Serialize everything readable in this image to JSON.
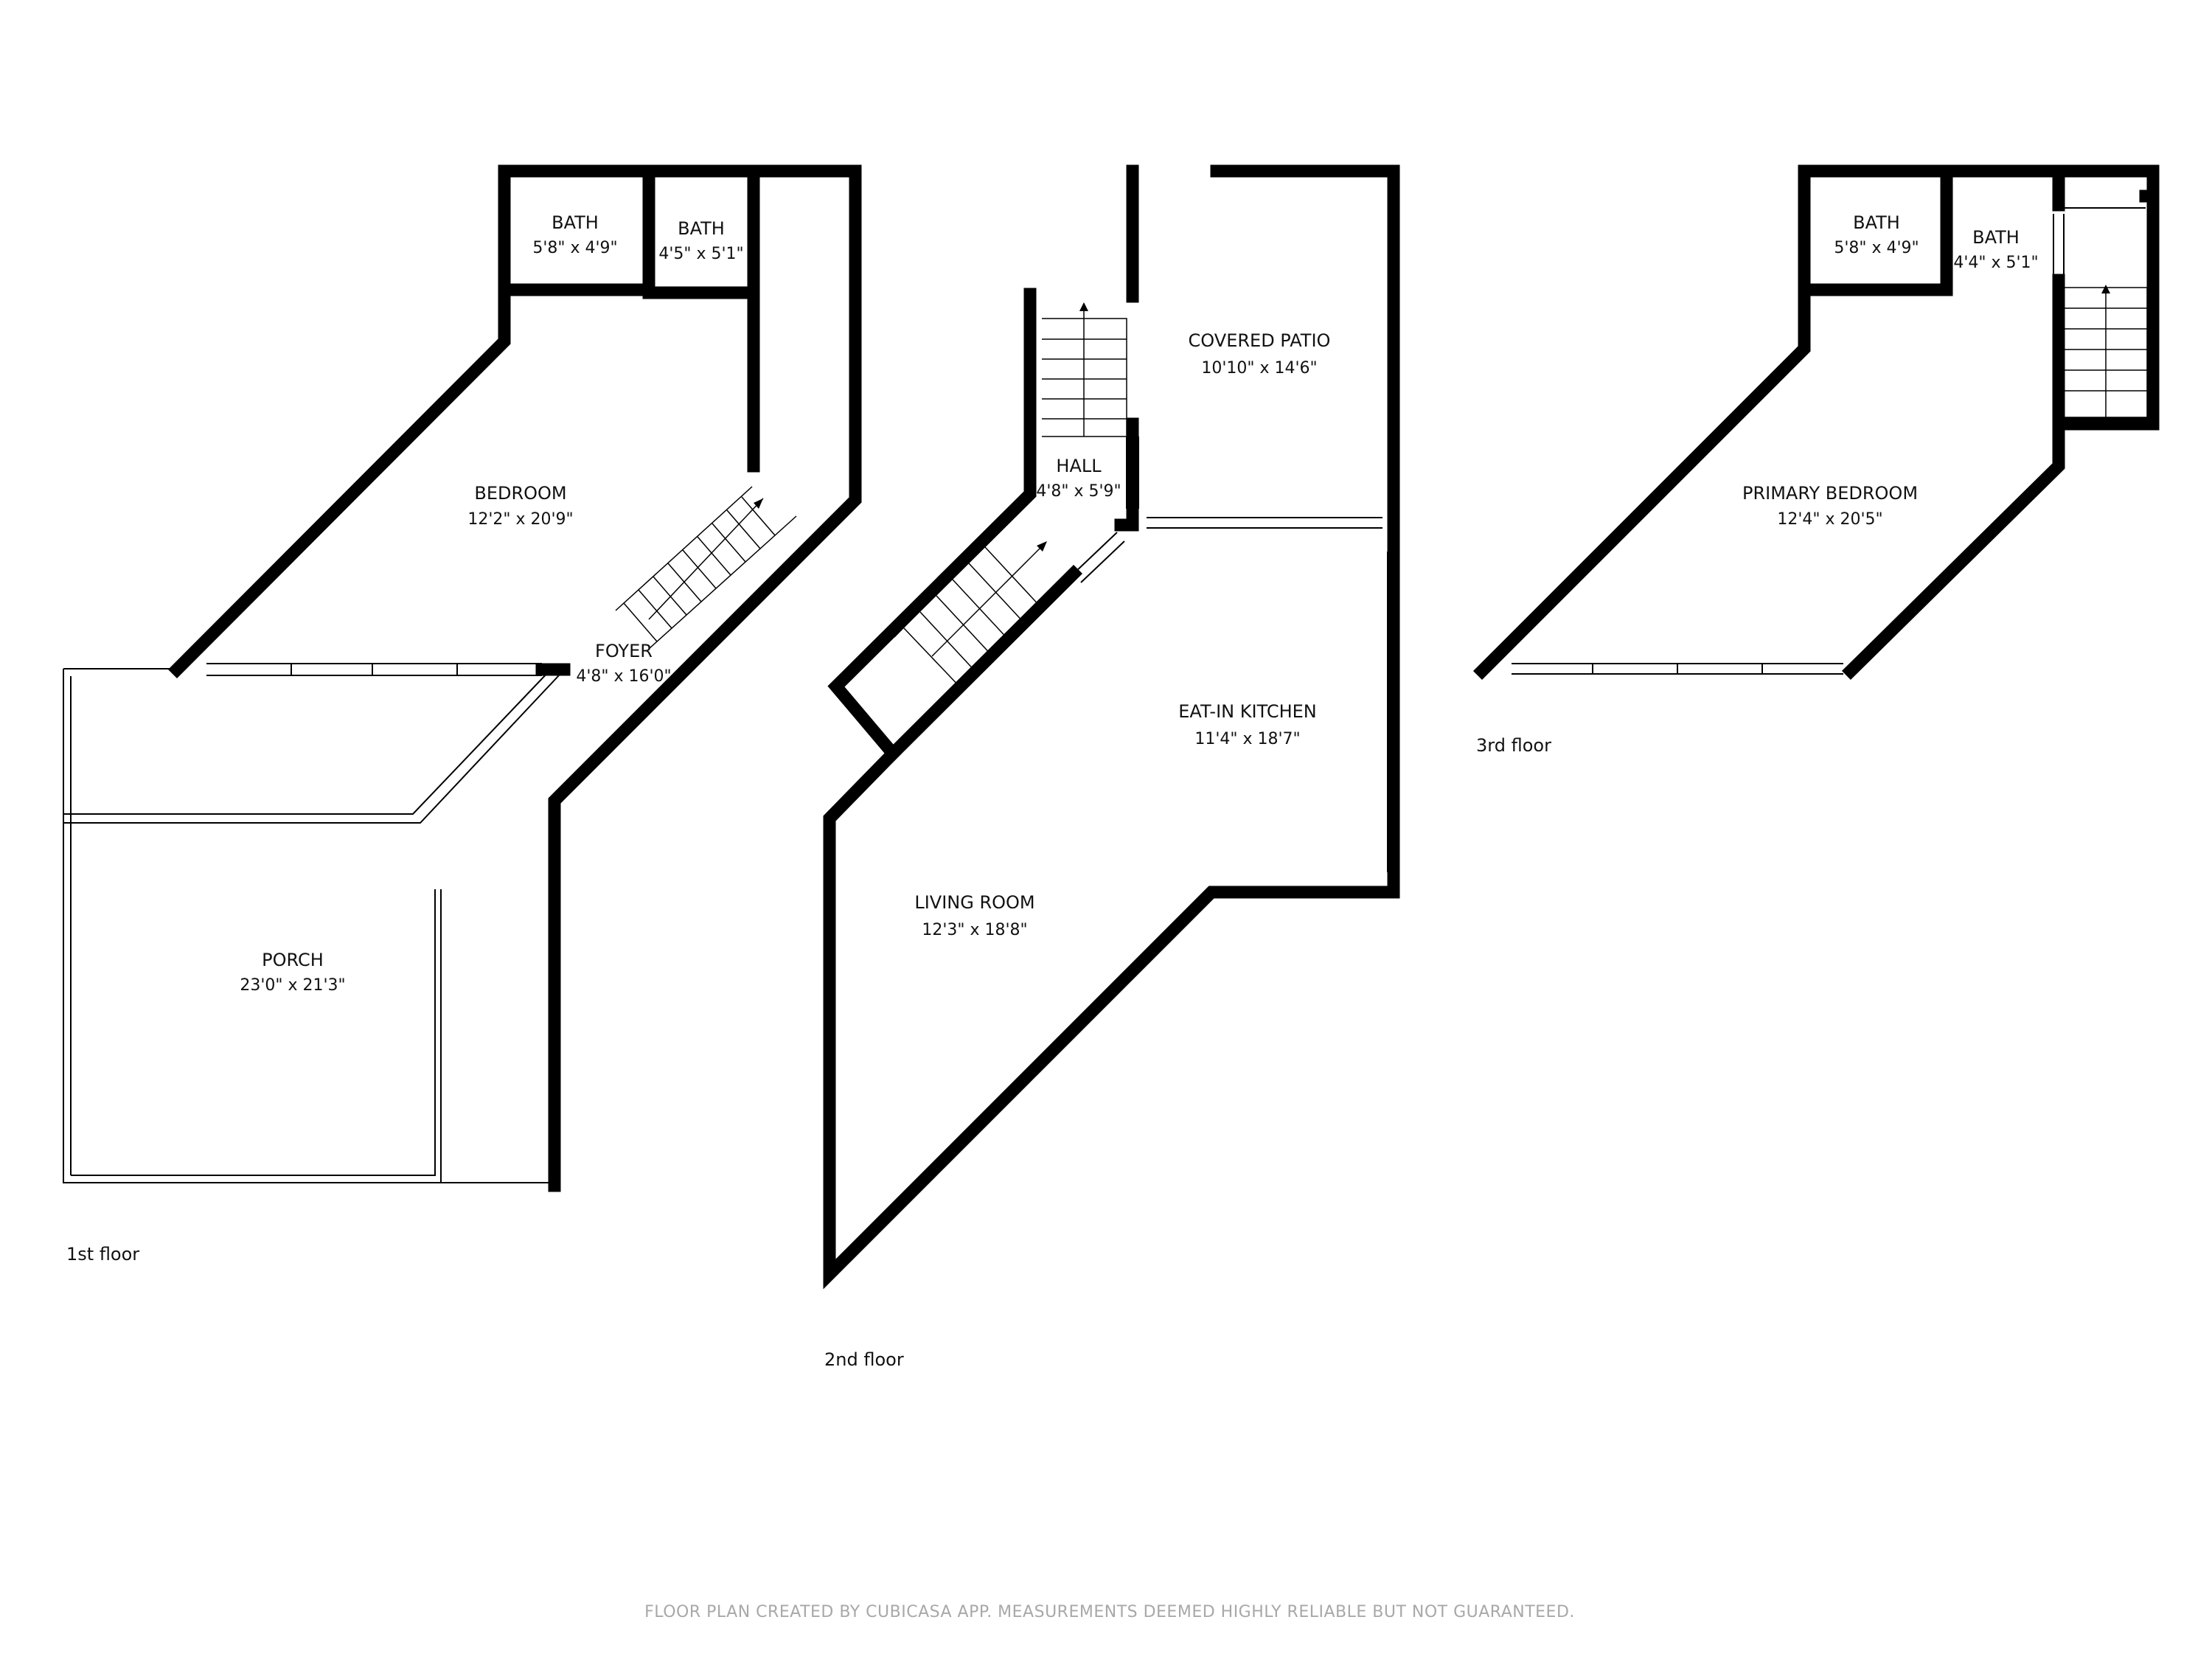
{
  "floors": [
    {
      "label": "1st floor",
      "rooms": [
        {
          "name": "BATH",
          "dims": "5'8\" x 4'9\""
        },
        {
          "name": "BATH",
          "dims": "4'5\" x 5'1\""
        },
        {
          "name": "BEDROOM",
          "dims": "12'2\" x 20'9\""
        },
        {
          "name": "FOYER",
          "dims": "4'8\" x 16'0\""
        },
        {
          "name": "PORCH",
          "dims": "23'0\" x 21'3\""
        }
      ]
    },
    {
      "label": "2nd floor",
      "rooms": [
        {
          "name": "HALL",
          "dims": "4'8\" x 5'9\""
        },
        {
          "name": "COVERED PATIO",
          "dims": "10'10\" x 14'6\""
        },
        {
          "name": "EAT-IN KITCHEN",
          "dims": "11'4\" x 18'7\""
        },
        {
          "name": "LIVING ROOM",
          "dims": "12'3\" x 18'8\""
        }
      ]
    },
    {
      "label": "3rd floor",
      "rooms": [
        {
          "name": "BATH",
          "dims": "5'8\" x 4'9\""
        },
        {
          "name": "BATH",
          "dims": "4'4\" x 5'1\""
        },
        {
          "name": "PRIMARY BEDROOM",
          "dims": "12'4\" x 20'5\""
        }
      ]
    }
  ],
  "disclaimer": "FLOOR PLAN CREATED BY CUBICASA APP. MEASUREMENTS DEEMED HIGHLY RELIABLE BUT NOT GUARANTEED.",
  "colors": {
    "wall": "#000000",
    "disclaimer": "#a8a8a8",
    "background": "#ffffff"
  }
}
